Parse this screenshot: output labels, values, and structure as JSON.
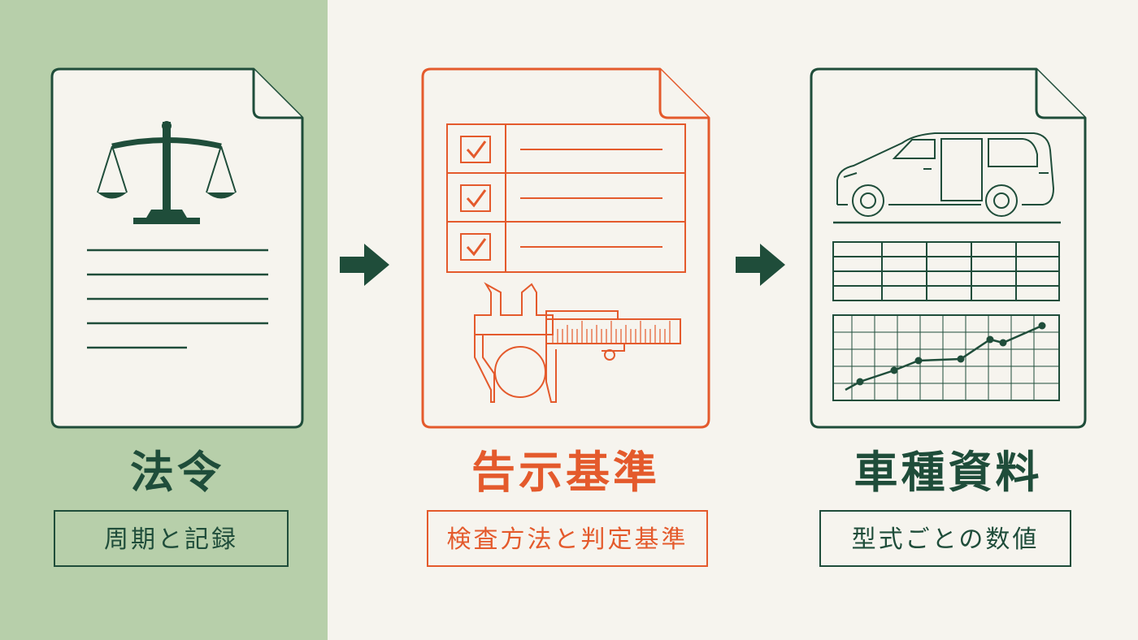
{
  "colors": {
    "dark_green": "#1f4d3a",
    "orange": "#e45a2c",
    "panel_green": "#b7cfaa",
    "paper": "#f6f4ee"
  },
  "steps": [
    {
      "title": "法令",
      "label": "周期と記録",
      "icon": "scales-of-justice-icon"
    },
    {
      "title": "告示基準",
      "label": "検査方法と判定基準",
      "icon": "checklist-caliper-icon"
    },
    {
      "title": "車種資料",
      "label": "型式ごとの数値",
      "icon": "van-table-chart-icon"
    }
  ],
  "flow_arrows": [
    "arrow-right-icon",
    "arrow-right-icon"
  ]
}
